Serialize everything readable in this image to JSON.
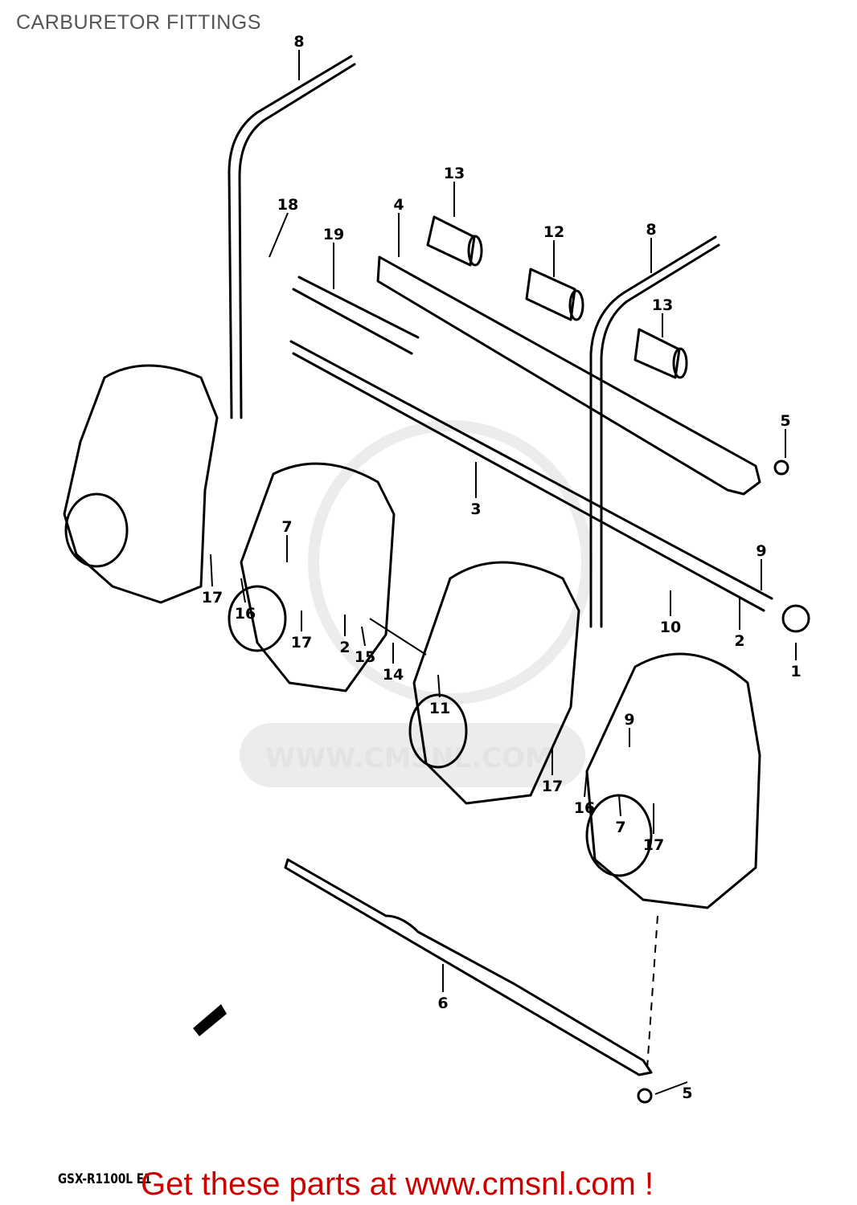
{
  "title": "CARBURETOR FITTINGS",
  "model_code": "GSX-R1100L E1",
  "promo_text": "Get these parts at www.cmsnl.com !",
  "watermark": "WWW.CMSNL.COM",
  "callouts": [
    "8",
    "18",
    "19",
    "4",
    "13",
    "12",
    "8",
    "13",
    "5",
    "3",
    "9",
    "7",
    "10",
    "2",
    "1",
    "17",
    "16",
    "17",
    "2",
    "15",
    "14",
    "11",
    "9",
    "17",
    "16",
    "7",
    "17",
    "6",
    "5"
  ],
  "colors": {
    "promo": "#cc0000",
    "title": "#555555",
    "line": "#000000"
  }
}
